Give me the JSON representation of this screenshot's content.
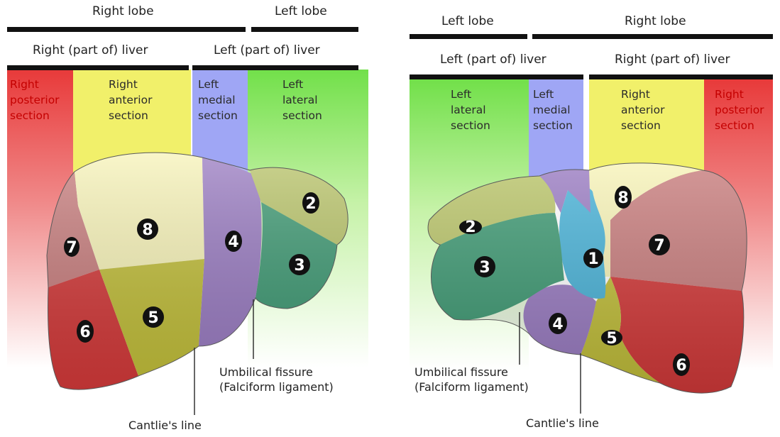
{
  "left_view": {
    "lobes": {
      "right": "Right lobe",
      "left": "Left lobe"
    },
    "livers": {
      "right": "Right (part of) liver",
      "left": "Left (part of) liver"
    },
    "sections": {
      "right_posterior": "Right\nposterior\nsection",
      "right_anterior": "Right\nanterior\nsection",
      "left_medial": "Left\nmedial\nsection",
      "left_lateral": "Left\nlateral\nsection"
    },
    "segments": [
      "7",
      "8",
      "4",
      "2",
      "3",
      "6",
      "5"
    ],
    "callouts": {
      "umbilical": "Umbilical fissure\n(Falciform ligament)",
      "cantlie": "Cantlie's line"
    }
  },
  "right_view": {
    "lobes": {
      "left": "Left lobe",
      "right": "Right lobe"
    },
    "livers": {
      "left": "Left (part of) liver",
      "right": "Right (part of) liver"
    },
    "sections": {
      "left_lateral": "Left\nlateral\nsection",
      "left_medial": "Left\nmedial\nsection",
      "right_anterior": "Right\nanterior\nsection",
      "right_posterior": "Right\nposterior\nsection"
    },
    "segments": [
      "2",
      "3",
      "1",
      "8",
      "7",
      "4",
      "5",
      "6"
    ],
    "callouts": {
      "umbilical": "Umbilical fissure\n(Falciform ligament)",
      "cantlie": "Cantlie's line"
    }
  },
  "colors": {
    "red": "#e83a3a",
    "yellow": "#f1f06a",
    "blue": "#9fa6f5",
    "green": "#72e04a",
    "seg7": "#c87d7d",
    "seg8": "#f7f3b8",
    "seg4": "#9a7cc2",
    "seg2": "#b9c469",
    "seg3": "#3f9a74",
    "seg6": "#d43a3a",
    "seg5": "#c2bf3a",
    "seg1": "#4ab3d8"
  }
}
